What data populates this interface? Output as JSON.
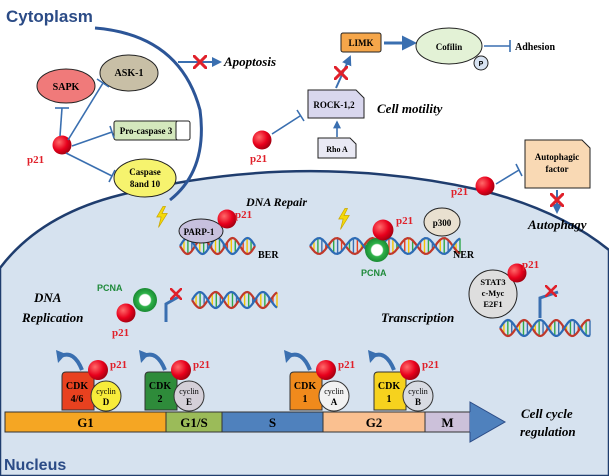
{
  "regions": {
    "cytoplasm": "Cytoplasm",
    "nucleus": "Nucleus"
  },
  "p21": "p21",
  "cyto": {
    "sapk": "SAPK",
    "ask1": "ASK-1",
    "procaspase3": "Pro-caspase 3",
    "caspase_line1": "Caspase",
    "caspase_line2": "8and 10",
    "apoptosis": "Apoptosis",
    "limk": "LIMK",
    "cofilin": "Cofilin",
    "p": "P",
    "adhesion": "Adhesion",
    "rock": "ROCK-1,2",
    "rhoa": "Rho A",
    "cell_motility": "Cell motility",
    "autophagic_line1": "Autophagic",
    "autophagic_line2": "factor",
    "autophagy": "Autophagy"
  },
  "nuc": {
    "dna_repair": "DNA Repair",
    "parp1": "PARP-1",
    "ber": "BER",
    "p300": "p300",
    "ner": "NER",
    "pcna": "PCNA",
    "dna_replication_line1": "DNA",
    "dna_replication_line2": "Replication",
    "stat3": "STAT3",
    "cmyc": "c-Myc",
    "e2f1": "E2F1",
    "transcription": "Transcription",
    "cell_cycle_line1": "Cell cycle",
    "cell_cycle_line2": "regulation"
  },
  "complexes": [
    {
      "cdk_line1": "CDK",
      "cdk_line2": "4/6",
      "cyclin_line1": "cyclin",
      "cyclin_line2": "D",
      "cdk_color": "#e8411f",
      "cyclin_color": "#f7ec3a"
    },
    {
      "cdk_line1": "CDK",
      "cdk_line2": "2",
      "cyclin_line1": "cyclin",
      "cyclin_line2": "E",
      "cdk_color": "#2e8b3a",
      "cyclin_color": "#d4cfd8"
    },
    {
      "cdk_line1": "CDK",
      "cdk_line2": "1",
      "cyclin_line1": "cyclin",
      "cyclin_line2": "A",
      "cdk_color": "#f08a1c",
      "cyclin_color": "#f2f2f2"
    },
    {
      "cdk_line1": "CDK",
      "cdk_line2": "1",
      "cyclin_line1": "cyclin",
      "cyclin_line2": "B",
      "cdk_color": "#f6d21e",
      "cyclin_color": "#d8dbe2"
    }
  ],
  "phases": [
    {
      "label": "G1",
      "color": "#f5a623"
    },
    {
      "label": "G1/S",
      "color": "#9bbb59"
    },
    {
      "label": "S",
      "color": "#4f81bd"
    },
    {
      "label": "G2",
      "color": "#fac090"
    },
    {
      "label": "M",
      "color": "#ccc1da"
    }
  ],
  "colors": {
    "p21_red": "#e8001c",
    "nucleus_fill": "#d6e2ef",
    "arrow_blue": "#3a6fb0",
    "dark_blue": "#1f3d6e",
    "inhibit_red": "#e0202a"
  }
}
